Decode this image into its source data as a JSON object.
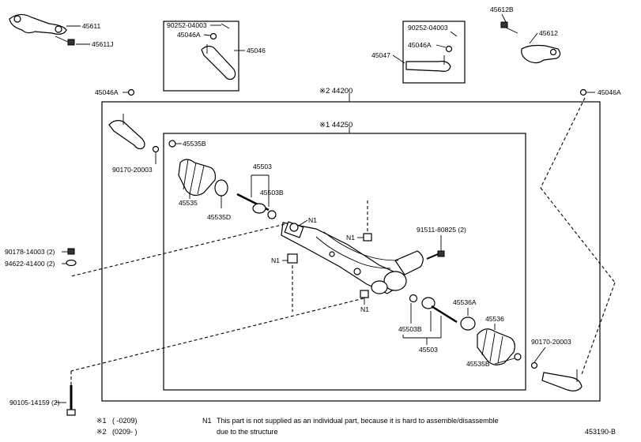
{
  "frames": {
    "outer": "※2 44200",
    "inner": "※1 44250"
  },
  "labels": {
    "p45611": "45611",
    "p45611J": "45611J",
    "p90252_a": "90252-04003",
    "p45046A_a": "45046A",
    "p45046": "45046",
    "p90252_b": "90252-04003",
    "p45046A_b": "45046A",
    "p45047": "45047",
    "p45612B": "45612B",
    "p45612": "45612",
    "p45046A_l": "45046A",
    "p45046A_r": "45046A",
    "p45535B_t": "45535B",
    "p90170_l": "90170-20003",
    "p45535": "45535",
    "p45535D": "45535D",
    "p45503_t": "45503",
    "p45503B_t": "45503B",
    "n1_a": "N1",
    "n1_b": "N1",
    "n1_c": "N1",
    "n1_d": "N1",
    "p91511": "91511-80825 (2)",
    "p90178": "90178-14003 (2)",
    "p94622": "94622-41400 (2)",
    "p45536A": "45536A",
    "p45536": "45536",
    "p45503B_b": "45503B",
    "p45503_b": "45503",
    "p90170_r": "90170-20003",
    "p45535B_b": "45535B",
    "p90105": "90105-14159 (2)"
  },
  "footnotes": {
    "line1_mark": "※1",
    "line1_range": "(      -0209)",
    "line2_mark": "※2",
    "line2_range": "(0209-      )",
    "n1_mark": "N1",
    "n1_text1": "This part is not supplied as an individual part,   because it is hard to assemble/disassemble",
    "n1_text2": "due to the structure",
    "code": "453190-B"
  }
}
